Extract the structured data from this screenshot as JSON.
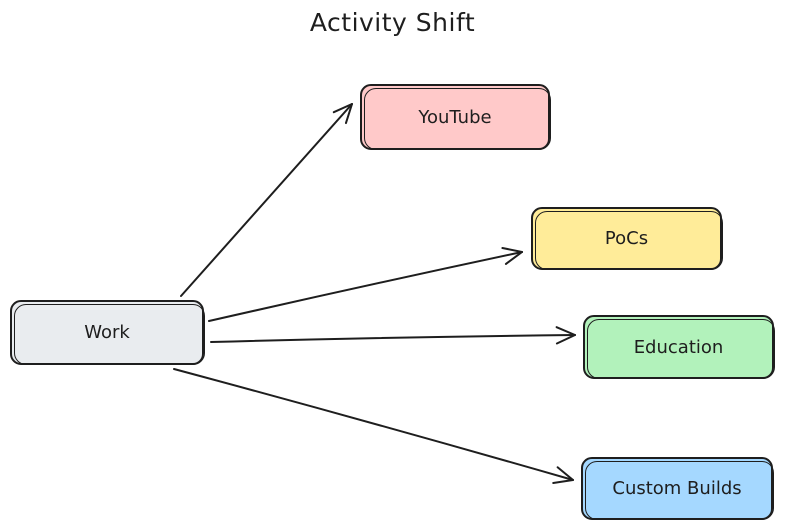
{
  "title": "Activity Shift",
  "nodes": {
    "work": {
      "label": "Work",
      "color": "#e9ecef"
    },
    "youtube": {
      "label": "YouTube",
      "color": "#ffc9c9"
    },
    "pocs": {
      "label": "PoCs",
      "color": "#ffec99"
    },
    "education": {
      "label": "Education",
      "color": "#b2f2bb"
    },
    "custom_builds": {
      "label": "Custom Builds",
      "color": "#a5d8ff"
    }
  },
  "edges": [
    {
      "from": "Work",
      "to": "YouTube"
    },
    {
      "from": "Work",
      "to": "PoCs"
    },
    {
      "from": "Work",
      "to": "Education"
    },
    {
      "from": "Work",
      "to": "Custom Builds"
    }
  ],
  "stroke_color": "#1e1e1e"
}
